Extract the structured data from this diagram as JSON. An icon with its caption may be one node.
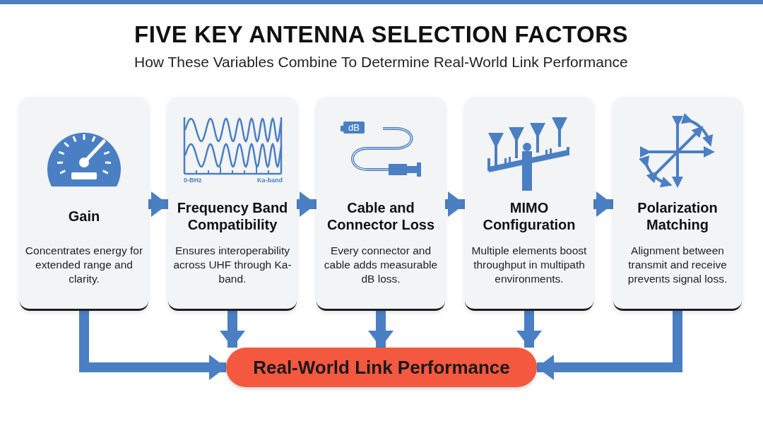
{
  "diagram": {
    "title": "FIVE KEY ANTENNA SELECTION FACTORS",
    "caption": "How These Variables Combine To Determine Real-World Link Performance",
    "nodes": [
      {
        "text": [
          "Gain",
          "Concentrates energy for extended range and clarity."
        ]
      },
      {
        "text": [
          "Frequency Band Compatibility",
          "Ensures interoperability across UHF through Ka-band."
        ]
      },
      {
        "text": [
          "Cable and Connector Loss",
          "Every connector and cable adds measurable dB loss."
        ]
      },
      {
        "text": [
          "MIMO Configuration",
          "Multiple elements boost throughput in multipath environments."
        ]
      },
      {
        "text": [
          "Polarization Matching",
          "Alignment between transmit and receive prevents signal loss."
        ]
      },
      {
        "text": [
          "Real-World Link Performance"
        ]
      }
    ],
    "edges": [
      {
        "from": 0,
        "to": 1,
        "arrow": "to"
      },
      {
        "from": 1,
        "to": 2,
        "arrow": "to"
      },
      {
        "from": 2,
        "to": 3,
        "arrow": "to"
      },
      {
        "from": 3,
        "to": 4,
        "arrow": "to"
      },
      {
        "from": 0,
        "to": 5,
        "arrow": "to"
      },
      {
        "from": 1,
        "to": 5,
        "arrow": "to"
      },
      {
        "from": 2,
        "to": 5,
        "arrow": "to"
      },
      {
        "from": 3,
        "to": 5,
        "arrow": "to"
      },
      {
        "from": 4,
        "to": 5,
        "arrow": "to"
      }
    ],
    "labels": [
      "0-BHz",
      "Ka-band",
      "dB"
    ]
  }
}
